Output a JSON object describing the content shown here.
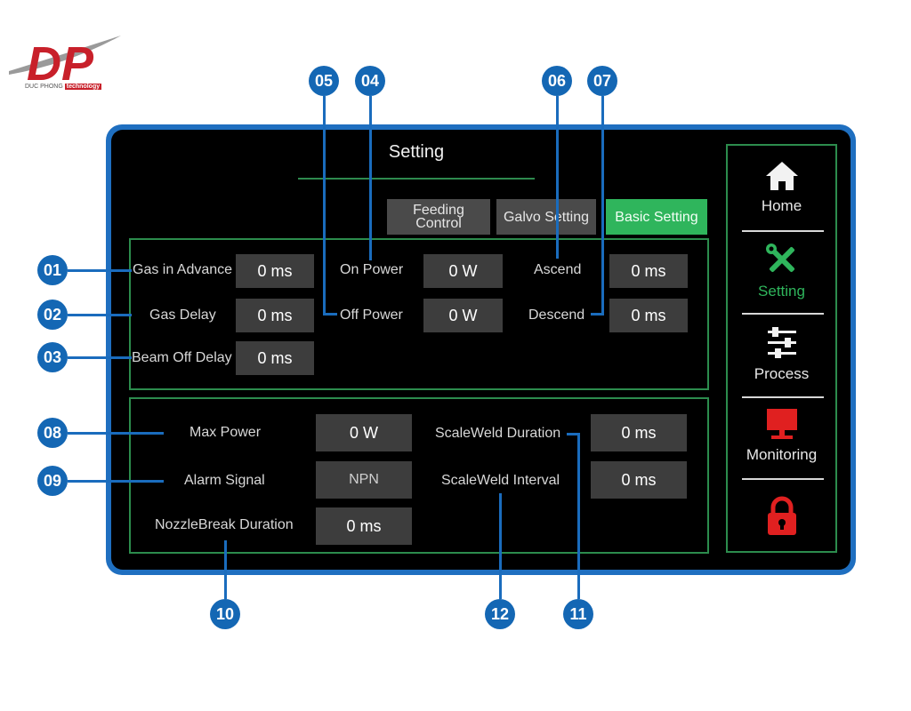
{
  "logo": {
    "letters": "DP",
    "company": "DUC PHONG",
    "tech": "technology"
  },
  "screen": {
    "title": "Setting",
    "tabs": [
      {
        "label_line1": "Feeding",
        "label_line2": "Control",
        "active": false
      },
      {
        "label": "Galvo Setting",
        "active": false
      },
      {
        "label": "Basic Setting",
        "active": true
      }
    ],
    "panel_top": {
      "gas_in_advance": {
        "label": "Gas in Advance",
        "value": "0 ms"
      },
      "gas_delay": {
        "label": "Gas Delay",
        "value": "0 ms"
      },
      "beam_off_delay": {
        "label": "Beam Off Delay",
        "value": "0 ms"
      },
      "on_power": {
        "label": "On Power",
        "value": "0 W"
      },
      "off_power": {
        "label": "Off Power",
        "value": "0 W"
      },
      "ascend": {
        "label": "Ascend",
        "value": "0 ms"
      },
      "descend": {
        "label": "Descend",
        "value": "0 ms"
      }
    },
    "panel_bottom": {
      "max_power": {
        "label": "Max Power",
        "value": "0 W"
      },
      "alarm_signal": {
        "label": "Alarm Signal",
        "value": "NPN"
      },
      "nozzle_break": {
        "label": "NozzleBreak Duration",
        "value": "0 ms"
      },
      "scaleweld_duration": {
        "label": "ScaleWeld Duration",
        "value": "0 ms"
      },
      "scaleweld_interval": {
        "label": "ScaleWeld Interval",
        "value": "0 ms"
      }
    },
    "sidebar": {
      "items": [
        {
          "label": "Home",
          "icon": "home-icon"
        },
        {
          "label": "Setting",
          "icon": "tools-icon",
          "active": true
        },
        {
          "label": "Process",
          "icon": "sliders-icon"
        },
        {
          "label": "Monitoring",
          "icon": "monitor-icon"
        },
        {
          "label": "",
          "icon": "lock-icon"
        }
      ]
    }
  },
  "callouts": [
    "01",
    "02",
    "03",
    "04",
    "05",
    "06",
    "07",
    "08",
    "09",
    "10",
    "11",
    "12"
  ],
  "colors": {
    "accent_green": "#2fb55c",
    "panel_border": "#2c8c4d",
    "callout_blue": "#1467b4",
    "field_bg": "#3d3d3d",
    "lock_red": "#e02020"
  }
}
